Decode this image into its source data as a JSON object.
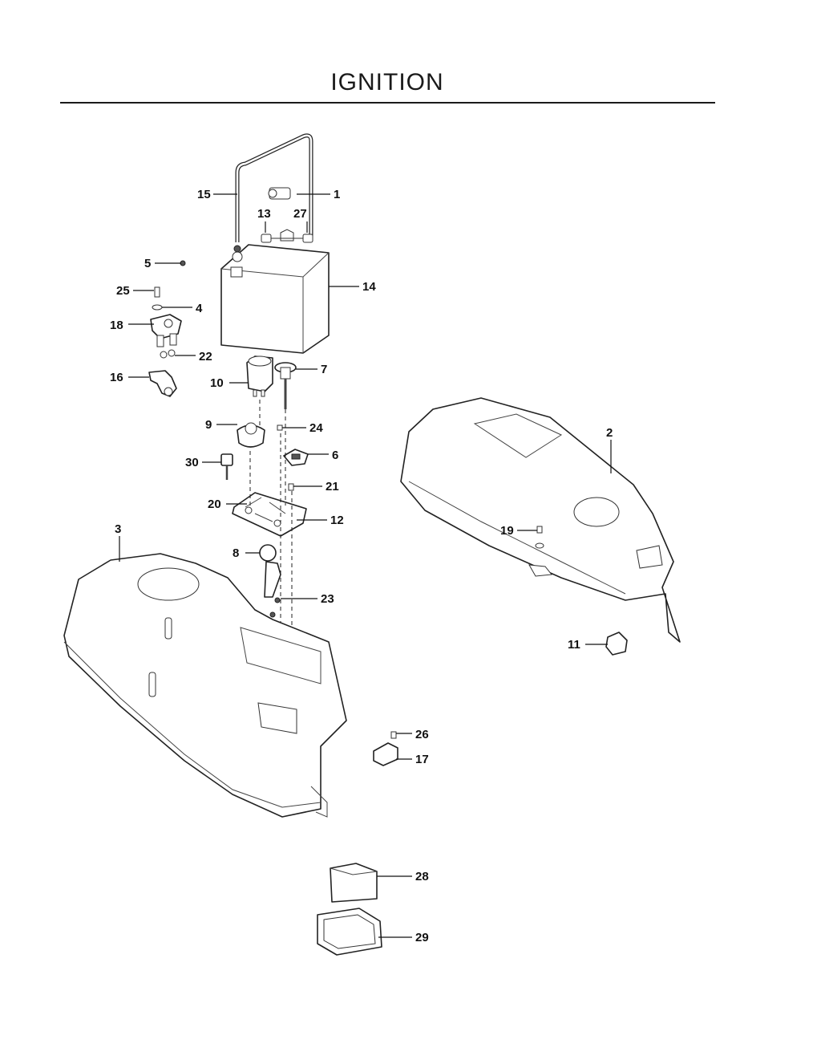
{
  "title": "IGNITION",
  "callouts": [
    {
      "id": "c1",
      "label": "1"
    },
    {
      "id": "c2",
      "label": "2"
    },
    {
      "id": "c3",
      "label": "3"
    },
    {
      "id": "c4",
      "label": "4"
    },
    {
      "id": "c5",
      "label": "5"
    },
    {
      "id": "c6",
      "label": "6"
    },
    {
      "id": "c7",
      "label": "7"
    },
    {
      "id": "c8",
      "label": "8"
    },
    {
      "id": "c9",
      "label": "9"
    },
    {
      "id": "c10",
      "label": "10"
    },
    {
      "id": "c11",
      "label": "11"
    },
    {
      "id": "c12",
      "label": "12"
    },
    {
      "id": "c13",
      "label": "13"
    },
    {
      "id": "c14",
      "label": "14"
    },
    {
      "id": "c15",
      "label": "15"
    },
    {
      "id": "c16",
      "label": "16"
    },
    {
      "id": "c17",
      "label": "17"
    },
    {
      "id": "c18",
      "label": "18"
    },
    {
      "id": "c19",
      "label": "19"
    },
    {
      "id": "c20",
      "label": "20"
    },
    {
      "id": "c21",
      "label": "21"
    },
    {
      "id": "c22",
      "label": "22"
    },
    {
      "id": "c23",
      "label": "23"
    },
    {
      "id": "c24",
      "label": "24"
    },
    {
      "id": "c25",
      "label": "25"
    },
    {
      "id": "c26",
      "label": "26"
    },
    {
      "id": "c27",
      "label": "27"
    },
    {
      "id": "c28",
      "label": "28"
    },
    {
      "id": "c29",
      "label": "29"
    },
    {
      "id": "c30",
      "label": "30"
    }
  ]
}
